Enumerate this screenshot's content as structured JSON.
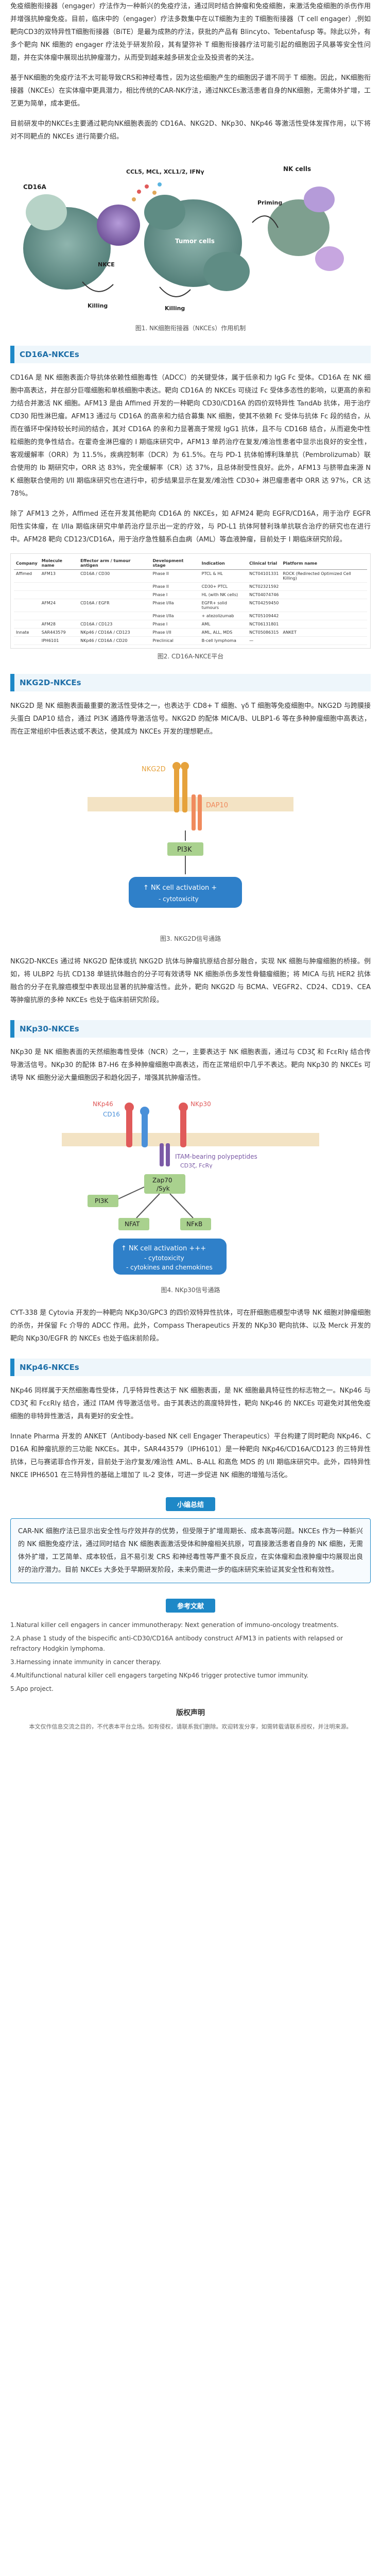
{
  "intro": {
    "p1": "免疫细胞衔接器（engager）疗法作为一种新兴的免疫疗法，通过同时结合肿瘤和免疫细胞，来激活免疫细胞的杀伤作用并增强抗肿瘤免疫。目前，临床中的（engager）疗法多数集中在以T细胞为主的 T细胞衔接器（T cell engager）,例如靶向CD3的双特异性T细胞衔接器（BiTE）是最为成熟的疗法，获批的产品有 Blincyto、Tebentafusp 等。除此以外，有多个靶向 NK 细胞的 engager 疗法处于研发阶段，其有望弥补 T 细胞衔接器疗法可能引起的细胞因子风暴等安全性问题，并在实体瘤中展现出抗肿瘤潜力，从而受到越来越多研发企业及投资者的关注。",
    "p2": "基于NK细胞的免疫疗法不太可能导致CRS和神经毒性，因为这些细胞产生的细胞因子谱不同于 T 细胞。因此，NK细胞衔接器（NKCEs）在实体瘤中更具潜力，相比传统的CAR-NK疗法，通过NKCEs激活患者自身的NK细胞，无需体外扩增，工艺更为简单，成本更低。",
    "p3": "目前研发中的NKCEs主要通过靶向NK细胞表面的 CD16A、NKG2D、NKp30、NKp46 等激活性受体发挥作用，以下将对不同靶点的 NKCEs 进行简要介绍。"
  },
  "fig1": {
    "labels": {
      "tumor": "Tumor cells",
      "nk": "NK cells",
      "nkce": "NKCE",
      "killing": "Killing",
      "priming": "Priming",
      "cd16a": "CD16A",
      "cytokines": "CCL5, MCL, XCL1/2, IFNγ"
    },
    "caption": "图1. NK细胞衔接器（NKCEs）作用机制"
  },
  "sections": {
    "cd16a": "CD16A-NKCEs",
    "nkg2d": "NKG2D-NKCEs",
    "nkp30": "NKp30-NKCEs",
    "nkp46": "NKp46-NKCEs"
  },
  "cd16a": {
    "p1": "CD16A 是 NK 细胞表面介导抗体依赖性细胞毒性（ADCC）的关键受体，属于低亲和力 IgG Fc 受体。CD16A 在 NK 细胞中高表达，并在部分巨噬细胞和单核细胞中表达。靶向 CD16A 的 NKCEs 可绕过 Fc 受体多态性的影响，以更高的亲和力结合并激活 NK 细胞。AFM13 是由 Affimed 开发的一种靶向 CD30/CD16A 的四价双特异性 TandAb 抗体，用于治疗 CD30 阳性淋巴瘤。AFM13 通过与 CD16A 的高亲和力结合募集 NK 细胞，使其不依赖 Fc 受体与抗体 Fc 段的结合，从而在循环中保持较长时间的结合，其对 CD16A 的亲和力显著高于常规 IgG1 抗体，且不与 CD16B 结合，从而避免中性粒细胞的竞争性结合。在霍奇金淋巴瘤的 I 期临床研究中，AFM13 单药治疗在复发/难治性患者中显示出良好的安全性，客观缓解率（ORR）为 11.5%，疾病控制率（DCR）为 61.5%。在与 PD-1 抗体帕博利珠单抗（Pembrolizumab）联合使用的 Ib 期研究中，ORR 达 83%，完全缓解率（CR）达 37%，且总体耐受性良好。此外，AFM13 与脐带血来源 NK 细胞联合使用的 I/II 期临床研究也在进行中，初步结果显示在复发/难治性 CD30+ 淋巴瘤患者中 ORR 达 97%，CR 达 78%。",
    "p2": "除了 AFM13 之外，Affimed 还在开发其他靶向 CD16A 的 NKCEs，如 AFM24 靶向 EGFR/CD16A，用于治疗 EGFR 阳性实体瘤，在 I/IIa 期临床研究中单药治疗显示出一定的疗效，与 PD-L1 抗体阿替利珠单抗联合治疗的研究也在进行中。AFM28 靶向 CD123/CD16A，用于治疗急性髓系白血病（AML）等血液肿瘤，目前处于 I 期临床研究阶段。"
  },
  "fig2": {
    "caption": "图2. CD16A-NKCE平台",
    "headers": [
      "Company",
      "Molecule name",
      "Effector arm / tumour antigen",
      "Development stage",
      "Indication",
      "Clinical trial",
      "Platform name"
    ],
    "rows": [
      [
        "Affimed",
        "AFM13",
        "CD16A / CD30",
        "Phase II",
        "PTCL & HL",
        "NCT04101331",
        "ROCK (Redirected Optimized Cell Killing)"
      ],
      [
        "",
        "",
        "",
        "Phase II",
        "CD30+ PTCL",
        "NCT02321592",
        ""
      ],
      [
        "",
        "",
        "",
        "Phase I",
        "HL (with NK cells)",
        "NCT04074746",
        ""
      ],
      [
        "",
        "AFM24",
        "CD16A / EGFR",
        "Phase I/IIa",
        "EGFR+ solid tumours",
        "NCT04259450",
        ""
      ],
      [
        "",
        "",
        "",
        "Phase I/IIa",
        "+ atezolizumab",
        "NCT05109442",
        ""
      ],
      [
        "",
        "AFM28",
        "CD16A / CD123",
        "Phase I",
        "AML",
        "NCT06131801",
        ""
      ],
      [
        "Innate",
        "SAR443579",
        "NKp46 / CD16A / CD123",
        "Phase I/II",
        "AML, ALL, MDS",
        "NCT05086315",
        "ANKET"
      ],
      [
        "",
        "IPH6101",
        "NKp46 / CD16A / CD20",
        "Preclinical",
        "B-cell lymphoma",
        "—",
        ""
      ]
    ]
  },
  "nkg2d": {
    "p1": "NKG2D 是 NK 细胞表面最重要的激活性受体之一，也表达于 CD8+ T 细胞、γδ T 细胞等免疫细胞中。NKG2D 与跨膜接头蛋白 DAP10 结合，通过 PI3K 通路传导激活信号。NKG2D 的配体 MICA/B、ULBP1-6 等在多种肿瘤细胞中高表达，而在正常组织中低表达或不表达，使其成为 NKCEs 开发的理想靶点。",
    "p2": "NKG2D-NKCEs 通过将 NKG2D 配体或抗 NKG2D 抗体与肿瘤抗原结合部分融合，实现 NK 细胞与肿瘤细胞的桥接。例如，将 ULBP2 与抗 CD138 单链抗体融合的分子可有效诱导 NK 细胞杀伤多发性骨髓瘤细胞；将 MICA 与抗 HER2 抗体融合的分子在乳腺癌模型中表现出显著的抗肿瘤活性。此外，靶向 NKG2D 与 BCMA、VEGFR2、CD24、CD19、CEA 等肿瘤抗原的多种 NKCEs 也处于临床前研究阶段。"
  },
  "fig3": {
    "labels": {
      "receptor": "NKG2D",
      "adaptor": "DAP10",
      "kinase": "PI3K",
      "activation": "↑ NK cell activation +",
      "cytotox": "- cytotoxicity"
    },
    "caption": "图3. NKG2D信号通路"
  },
  "nkp30": {
    "p1": "NKp30 是 NK 细胞表面的天然细胞毒性受体（NCR）之一，主要表达于 NK 细胞表面，通过与 CD3ζ 和 FcεRIγ 结合传导激活信号。NKp30 的配体 B7-H6 在多种肿瘤细胞中高表达，而在正常组织中几乎不表达。靶向 NKp30 的 NKCEs 可诱导 NK 细胞分泌大量细胞因子和趋化因子，增强其抗肿瘤活性。",
    "p2": "CYT-338 是 Cytovia 开发的一种靶向 NKp30/GPC3 的四价双特异性抗体，可在肝细胞癌模型中诱导 NK 细胞对肿瘤细胞的杀伤，并保留 Fc 介导的 ADCC 作用。此外，Compass Therapeutics 开发的 NKp30 靶向抗体、以及 Merck 开发的靶向 NKp30/EGFR 的 NKCEs 也处于临床前阶段。"
  },
  "fig4": {
    "labels": {
      "nkp46": "NKp46",
      "cd16": "CD16",
      "nkp30": "NKp30",
      "itam": "ITAM-bearing polypeptides",
      "itam_sub": "CD3ζ, FcRγ",
      "zap": "Zap70",
      "syk": "/Syk",
      "pi3k": "PI3K",
      "nfat": "NFAT",
      "nfkb": "NFκB",
      "act": "↑ NK cell activation +++",
      "cyto": "- cytotoxicity",
      "ck": "- cytokines and chemokines"
    },
    "caption": "图4. NKp30信号通路"
  },
  "nkp46": {
    "p1": "NKp46 同样属于天然细胞毒性受体，几乎特异性表达于 NK 细胞表面，是 NK 细胞最具特征性的标志物之一。NKp46 与 CD3ζ 和 FcεRIγ 结合，通过 ITAM 传导激活信号。由于其表达的高度特异性，靶向 NKp46 的 NKCEs 可避免对其他免疫细胞的非特异性激活，具有更好的安全性。",
    "p2": "Innate Pharma 开发的 ANKET（Antibody-based NK cell Engager Therapeutics）平台构建了同时靶向 NKp46、CD16A 和肿瘤抗原的三功能 NKCEs。其中，SAR443579（IPH6101）是一种靶向 NKp46/CD16A/CD123 的三特异性抗体，已与赛诺菲合作开发，目前处于治疗复发/难治性 AML、B-ALL 和高危 MDS 的 I/II 期临床研究中。此外，四特异性 NKCE IPH6501 在三特异性的基础上增加了 IL-2 变体，可进一步促进 NK 细胞的增殖与活化。"
  },
  "summary": {
    "title": "小编总结",
    "text": "CAR-NK 细胞疗法已显示出安全性与疗效并存的优势，但受限于扩增周期长、成本高等问题。NKCEs 作为一种新兴的 NK 细胞免疫疗法，通过同时结合 NK 细胞表面激活受体和肿瘤相关抗原，可直接激活患者自身的 NK 细胞，无需体外扩增，工艺简单、成本较低，且不易引发 CRS 和神经毒性等严重不良反应，在实体瘤和血液肿瘤中均展现出良好的治疗潜力。目前 NKCEs 大多处于早期研发阶段，未来仍需进一步的临床研究来验证其安全性和有效性。"
  },
  "references": {
    "title": "参考文献",
    "items": [
      "1.Natural killer cell engagers in cancer immunotherapy: Next generation of immuno-oncology treatments.",
      "2.A phase 1 study of the bispecific anti-CD30/CD16A antibody construct AFM13 in patients with relapsed or refractory Hodgkin lymphoma.",
      "3.Harnessing innate immunity in cancer therapy.",
      "4.Multifunctional natural killer cell engagers targeting NKp46 trigger protective tumor immunity.",
      "5.Apo project."
    ]
  },
  "disclaimer": {
    "title": "版权声明",
    "text": "本文仅作信息交流之目的，不代表本平台立场。如有侵权，请联系我们删除。欢迎转发分享，如需转载请联系授权，并注明来源。"
  },
  "colors": {
    "accent": "#1e88c7",
    "nk_purple": "#7b5aa6",
    "pathway_green": "#7fc97f",
    "activation_blue": "#2f80c9"
  }
}
